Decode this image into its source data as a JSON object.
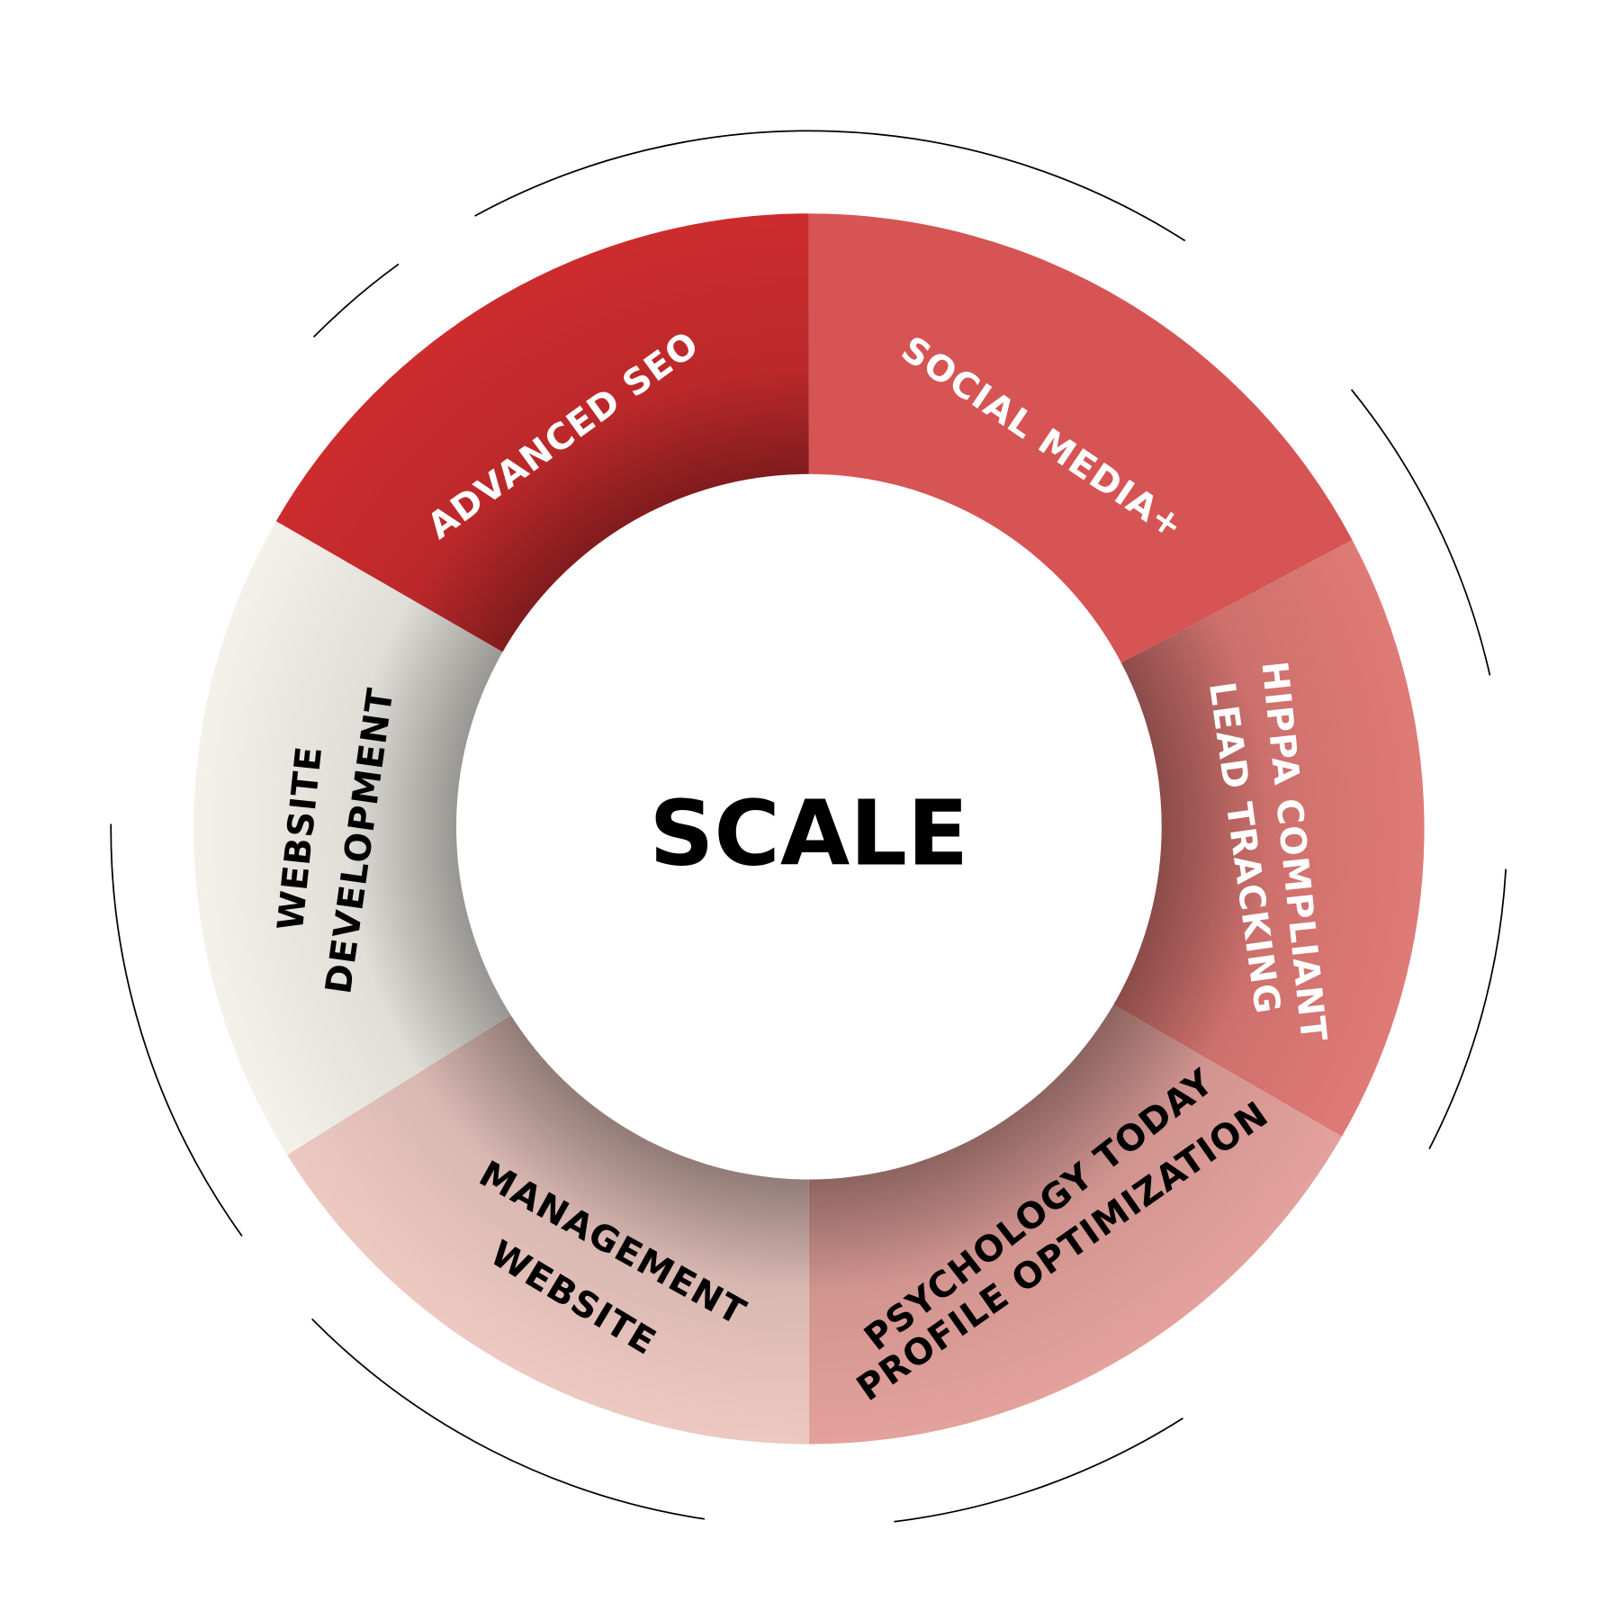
{
  "center_label": "SCALE",
  "segments": [
    {
      "id": "advanced-seo",
      "lines": [
        "ADVANCED SEO"
      ],
      "color": "#cc2c2e",
      "text_color": "#ffffff"
    },
    {
      "id": "social-media",
      "lines": [
        "SOCIAL MEDIA+"
      ],
      "color": "#d65454",
      "text_color": "#ffffff"
    },
    {
      "id": "hippa",
      "lines": [
        "HIPPA COMPLIANT",
        "LEAD TRACKING"
      ],
      "color": "#df7a76",
      "text_color": "#ffffff"
    },
    {
      "id": "psychology-today",
      "lines": [
        "PSYCHOLOGY TODAY",
        "PROFILE OPTIMIZATION"
      ],
      "color": "#e3a19c",
      "text_color": "#000000"
    },
    {
      "id": "management-website",
      "lines": [
        "MANAGEMENT",
        "WEBSITE"
      ],
      "color": "#ecc8c1",
      "text_color": "#000000"
    },
    {
      "id": "website-development",
      "lines": [
        "WEBSITE",
        "DEVELOPMENT"
      ],
      "color": "#f3f1ea",
      "text_color": "#000000"
    }
  ]
}
